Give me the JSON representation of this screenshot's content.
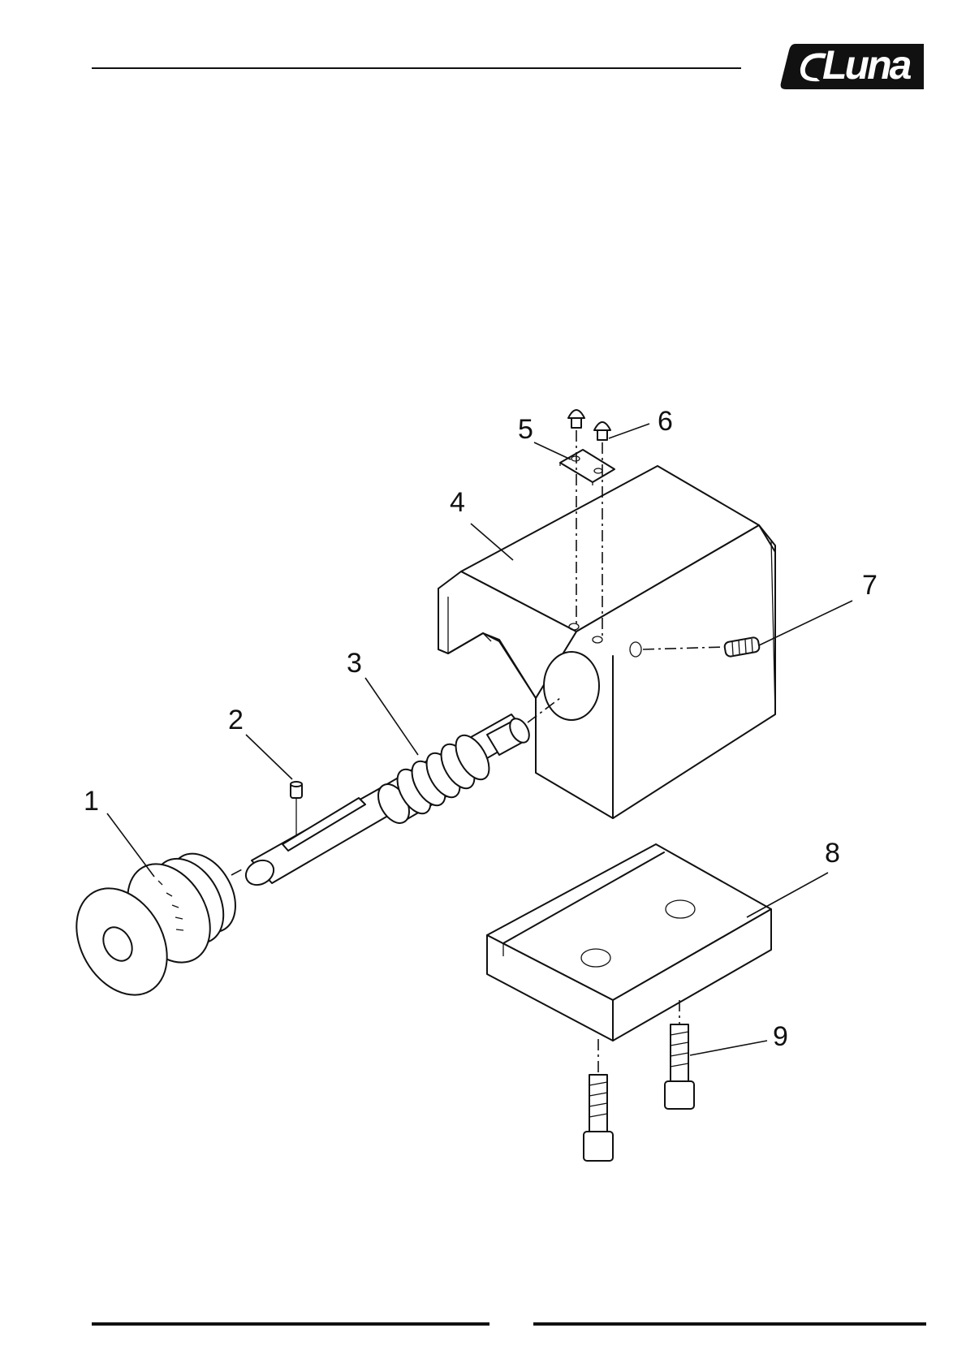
{
  "header": {
    "logo_text": "Luna",
    "logo_color": "#111111"
  },
  "diagram": {
    "part_labels": [
      "1",
      "2",
      "3",
      "4",
      "5",
      "6",
      "7",
      "8",
      "9"
    ]
  }
}
